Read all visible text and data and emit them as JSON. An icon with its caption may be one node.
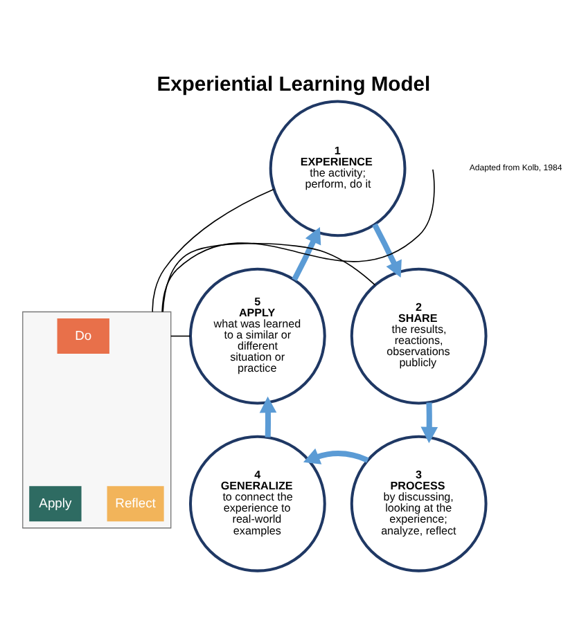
{
  "diagram": {
    "title": "Experiential Learning Model",
    "nodes": [
      {
        "text": [
          "1",
          "EXPERIENCE",
          "the activity; perform, do it"
        ]
      },
      {
        "text": [
          "2",
          "SHARE",
          "the results, reactions, observations publicly"
        ]
      },
      {
        "text": [
          "3",
          "PROCESS",
          "by discussing, looking at the experience; analyze, reflect"
        ]
      },
      {
        "text": [
          "4",
          "GENERALIZE",
          "to connect the experience to real-world examples"
        ]
      },
      {
        "text": [
          "5",
          "APPLY",
          "what was learned to a similar or different situation or practice"
        ]
      },
      {
        "text": [],
        "shape": "triangle"
      },
      {
        "text": [
          "Do"
        ],
        "in": 5
      },
      {
        "text": [
          "Apply"
        ],
        "in": 5
      },
      {
        "text": [
          "Reflect"
        ],
        "in": 5
      }
    ],
    "edges": [
      {
        "from": 0,
        "to": 1,
        "arrow": "to"
      },
      {
        "from": 1,
        "to": 2,
        "arrow": "to"
      },
      {
        "from": 2,
        "to": 3,
        "arrow": "to"
      },
      {
        "from": 3,
        "to": 4,
        "arrow": "to"
      },
      {
        "from": 4,
        "to": 0,
        "arrow": "to"
      },
      {
        "from": 5,
        "to": 0,
        "arrow": "none",
        "color": "#000000"
      },
      {
        "from": 5,
        "to": 1,
        "arrow": "none",
        "color": "#000000"
      },
      {
        "from": 5,
        "to": 4,
        "arrow": "none",
        "color": "#000000"
      },
      {
        "from": 5,
        "to": null,
        "arrow": "none",
        "color": "#000000"
      }
    ],
    "labels": [
      "Adapted from Kolb, 1984"
    ]
  }
}
